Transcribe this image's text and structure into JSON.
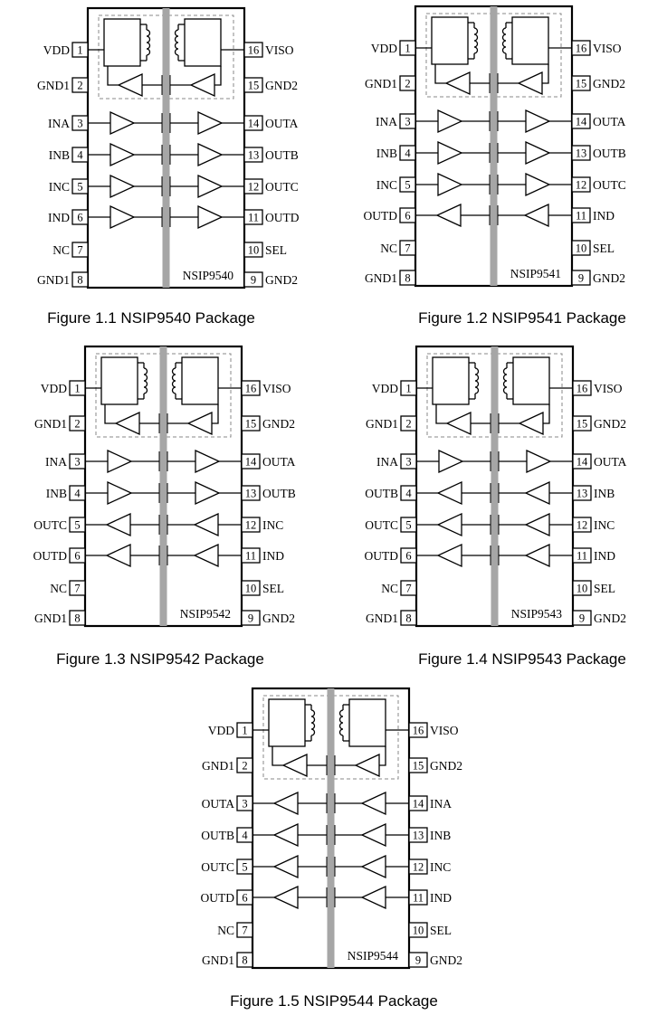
{
  "colors": {
    "line": "#000000",
    "barrier": "#a6a6a6",
    "dash": "#8a8a8a",
    "background": "#ffffff"
  },
  "icons": {
    "driver": "triangle-buffer-icon",
    "transformer": "coil-icon"
  },
  "packages": [
    {
      "id": "pkg-9540",
      "part_label": "NSIP9540",
      "caption": "Figure 1.1 NSIP9540 Package",
      "left_pins": [
        {
          "num": "1",
          "name": "VDD"
        },
        {
          "num": "2",
          "name": "GND1"
        },
        {
          "num": "3",
          "name": "INA"
        },
        {
          "num": "4",
          "name": "INB"
        },
        {
          "num": "5",
          "name": "INC"
        },
        {
          "num": "6",
          "name": "IND"
        },
        {
          "num": "7",
          "name": "NC"
        },
        {
          "num": "8",
          "name": "GND1"
        }
      ],
      "right_pins": [
        {
          "num": "16",
          "name": "VISO"
        },
        {
          "num": "15",
          "name": "GND2"
        },
        {
          "num": "14",
          "name": "OUTA"
        },
        {
          "num": "13",
          "name": "OUTB"
        },
        {
          "num": "12",
          "name": "OUTC"
        },
        {
          "num": "11",
          "name": "OUTD"
        },
        {
          "num": "10",
          "name": "SEL"
        },
        {
          "num": "9",
          "name": "GND2"
        }
      ],
      "channels": [
        "forward",
        "forward",
        "forward",
        "forward"
      ]
    },
    {
      "id": "pkg-9541",
      "part_label": "NSIP9541",
      "caption": "Figure 1.2 NSIP9541 Package",
      "left_pins": [
        {
          "num": "1",
          "name": "VDD"
        },
        {
          "num": "2",
          "name": "GND1"
        },
        {
          "num": "3",
          "name": "INA"
        },
        {
          "num": "4",
          "name": "INB"
        },
        {
          "num": "5",
          "name": "INC"
        },
        {
          "num": "6",
          "name": "OUTD"
        },
        {
          "num": "7",
          "name": "NC"
        },
        {
          "num": "8",
          "name": "GND1"
        }
      ],
      "right_pins": [
        {
          "num": "16",
          "name": "VISO"
        },
        {
          "num": "15",
          "name": "GND2"
        },
        {
          "num": "14",
          "name": "OUTA"
        },
        {
          "num": "13",
          "name": "OUTB"
        },
        {
          "num": "12",
          "name": "OUTC"
        },
        {
          "num": "11",
          "name": "IND"
        },
        {
          "num": "10",
          "name": "SEL"
        },
        {
          "num": "9",
          "name": "GND2"
        }
      ],
      "channels": [
        "forward",
        "forward",
        "forward",
        "reverse"
      ]
    },
    {
      "id": "pkg-9542",
      "part_label": "NSIP9542",
      "caption": "Figure 1.3 NSIP9542 Package",
      "left_pins": [
        {
          "num": "1",
          "name": "VDD"
        },
        {
          "num": "2",
          "name": "GND1"
        },
        {
          "num": "3",
          "name": "INA"
        },
        {
          "num": "4",
          "name": "INB"
        },
        {
          "num": "5",
          "name": "OUTC"
        },
        {
          "num": "6",
          "name": "OUTD"
        },
        {
          "num": "7",
          "name": "NC"
        },
        {
          "num": "8",
          "name": "GND1"
        }
      ],
      "right_pins": [
        {
          "num": "16",
          "name": "VISO"
        },
        {
          "num": "15",
          "name": "GND2"
        },
        {
          "num": "14",
          "name": "OUTA"
        },
        {
          "num": "13",
          "name": "OUTB"
        },
        {
          "num": "12",
          "name": "INC"
        },
        {
          "num": "11",
          "name": "IND"
        },
        {
          "num": "10",
          "name": "SEL"
        },
        {
          "num": "9",
          "name": "GND2"
        }
      ],
      "channels": [
        "forward",
        "forward",
        "reverse",
        "reverse"
      ]
    },
    {
      "id": "pkg-9543",
      "part_label": "NSIP9543",
      "caption": "Figure 1.4 NSIP9543 Package",
      "left_pins": [
        {
          "num": "1",
          "name": "VDD"
        },
        {
          "num": "2",
          "name": "GND1"
        },
        {
          "num": "3",
          "name": "INA"
        },
        {
          "num": "4",
          "name": "OUTB"
        },
        {
          "num": "5",
          "name": "OUTC"
        },
        {
          "num": "6",
          "name": "OUTD"
        },
        {
          "num": "7",
          "name": "NC"
        },
        {
          "num": "8",
          "name": "GND1"
        }
      ],
      "right_pins": [
        {
          "num": "16",
          "name": "VISO"
        },
        {
          "num": "15",
          "name": "GND2"
        },
        {
          "num": "14",
          "name": "OUTA"
        },
        {
          "num": "13",
          "name": "INB"
        },
        {
          "num": "12",
          "name": "INC"
        },
        {
          "num": "11",
          "name": "IND"
        },
        {
          "num": "10",
          "name": "SEL"
        },
        {
          "num": "9",
          "name": "GND2"
        }
      ],
      "channels": [
        "forward",
        "reverse",
        "reverse",
        "reverse"
      ]
    },
    {
      "id": "pkg-9544",
      "part_label": "NSIP9544",
      "caption": "Figure 1.5 NSIP9544 Package",
      "left_pins": [
        {
          "num": "1",
          "name": "VDD"
        },
        {
          "num": "2",
          "name": "GND1"
        },
        {
          "num": "3",
          "name": "OUTA"
        },
        {
          "num": "4",
          "name": "OUTB"
        },
        {
          "num": "5",
          "name": "OUTC"
        },
        {
          "num": "6",
          "name": "OUTD"
        },
        {
          "num": "7",
          "name": "NC"
        },
        {
          "num": "8",
          "name": "GND1"
        }
      ],
      "right_pins": [
        {
          "num": "16",
          "name": "VISO"
        },
        {
          "num": "15",
          "name": "GND2"
        },
        {
          "num": "14",
          "name": "INA"
        },
        {
          "num": "13",
          "name": "INB"
        },
        {
          "num": "12",
          "name": "INC"
        },
        {
          "num": "11",
          "name": "IND"
        },
        {
          "num": "10",
          "name": "SEL"
        },
        {
          "num": "9",
          "name": "GND2"
        }
      ],
      "channels": [
        "reverse",
        "reverse",
        "reverse",
        "reverse"
      ]
    }
  ]
}
